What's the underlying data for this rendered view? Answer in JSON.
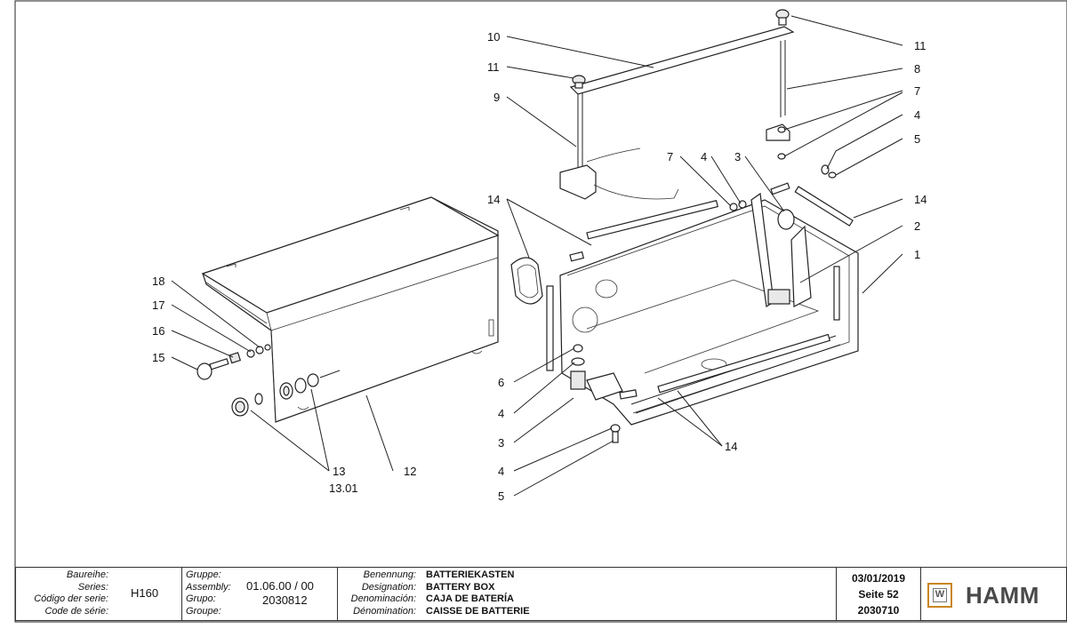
{
  "diagram": {
    "callouts": {
      "c10": "10",
      "c11a": "11",
      "c9": "9",
      "c11b": "11",
      "c8": "8",
      "c7a": "7",
      "c4a": "4",
      "c5a": "5",
      "c7b": "7",
      "c4b": "4",
      "c3a": "3",
      "c14a": "14",
      "c14b": "14",
      "c2": "2",
      "c1": "1",
      "c18": "18",
      "c17": "17",
      "c16": "16",
      "c15": "15",
      "c6": "6",
      "c4c": "4",
      "c3b": "3",
      "c4d": "4",
      "c5b": "5",
      "c14c": "14",
      "c13": "13",
      "c13_01": "13.01",
      "c12": "12"
    }
  },
  "title_block": {
    "series": {
      "labels": [
        "Baureihe:",
        "Series:",
        "Código der serie:",
        "Code de série:"
      ],
      "value": "H160"
    },
    "group": {
      "labels": [
        "Gruppe:",
        "Assembly:",
        "Grupo:",
        "Groupe:"
      ],
      "assembly_value": "01.06.00 / 00",
      "group_value": "2030812"
    },
    "designation": {
      "labels": [
        "Benennung:",
        "Designation:",
        "Denominación:",
        "Dénomination:"
      ],
      "values": [
        "BATTERIEKASTEN",
        "BATTERY BOX",
        "CAJA DE BATERÍA",
        "CAISSE DE BATTERIE"
      ]
    },
    "date": "03/01/2019",
    "page": "Seite 52",
    "number": "2030710"
  },
  "logo": {
    "mark": "W",
    "text": "HAMM",
    "accent_color": "#c9851f"
  }
}
